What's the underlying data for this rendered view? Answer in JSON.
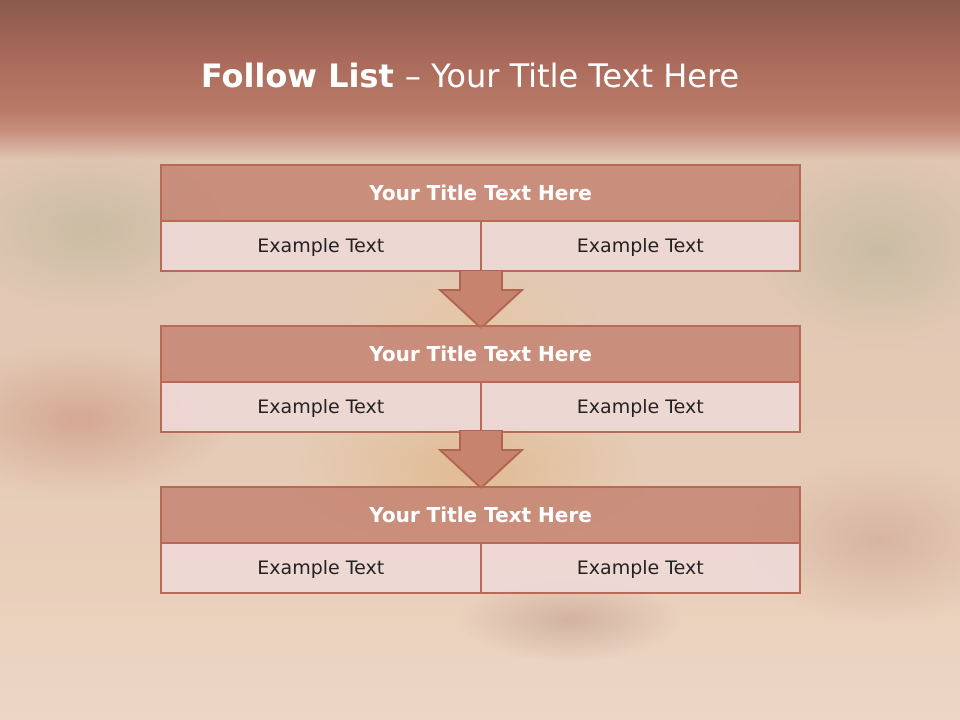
{
  "slide": {
    "title_strong": "Follow List ",
    "title_rest": " – Your Title Text Here"
  },
  "steps": [
    {
      "title": "Your Title Text Here",
      "left": "Example Text",
      "right": "Example Text"
    },
    {
      "title": "Your Title Text Here",
      "left": "Example Text",
      "right": "Example Text"
    },
    {
      "title": "Your Title Text Here",
      "left": "Example Text",
      "right": "Example Text"
    }
  ],
  "colors": {
    "header_fill": "#c98f7e",
    "border": "#b86a56",
    "cell_fill": "#eed8d6",
    "title_band": "#a9695a"
  },
  "icons": [
    "down-arrow-icon"
  ]
}
